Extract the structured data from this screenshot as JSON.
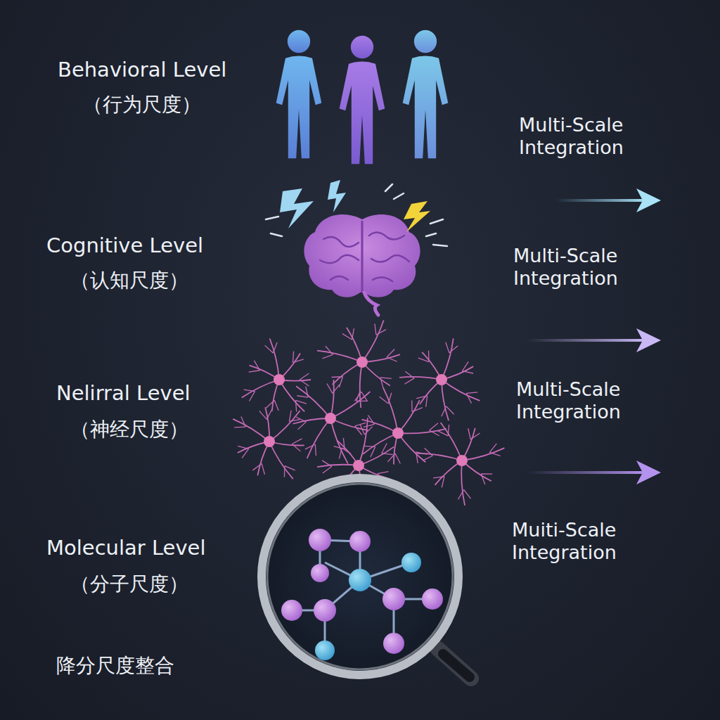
{
  "diagram": {
    "labels": [
      "Behavioral Level",
      "（行为尺度）",
      "Multi-Scale Integration",
      "Cognitive Level",
      "（认知尺度）",
      "Multi-Scale Integration",
      "Nelirral Level",
      "（神经尺度）",
      "Multi-Scale Integration",
      "Molecular Level",
      "（分子尺度）",
      "Muiti-Scale Integration",
      "降分尺度整合"
    ]
  }
}
